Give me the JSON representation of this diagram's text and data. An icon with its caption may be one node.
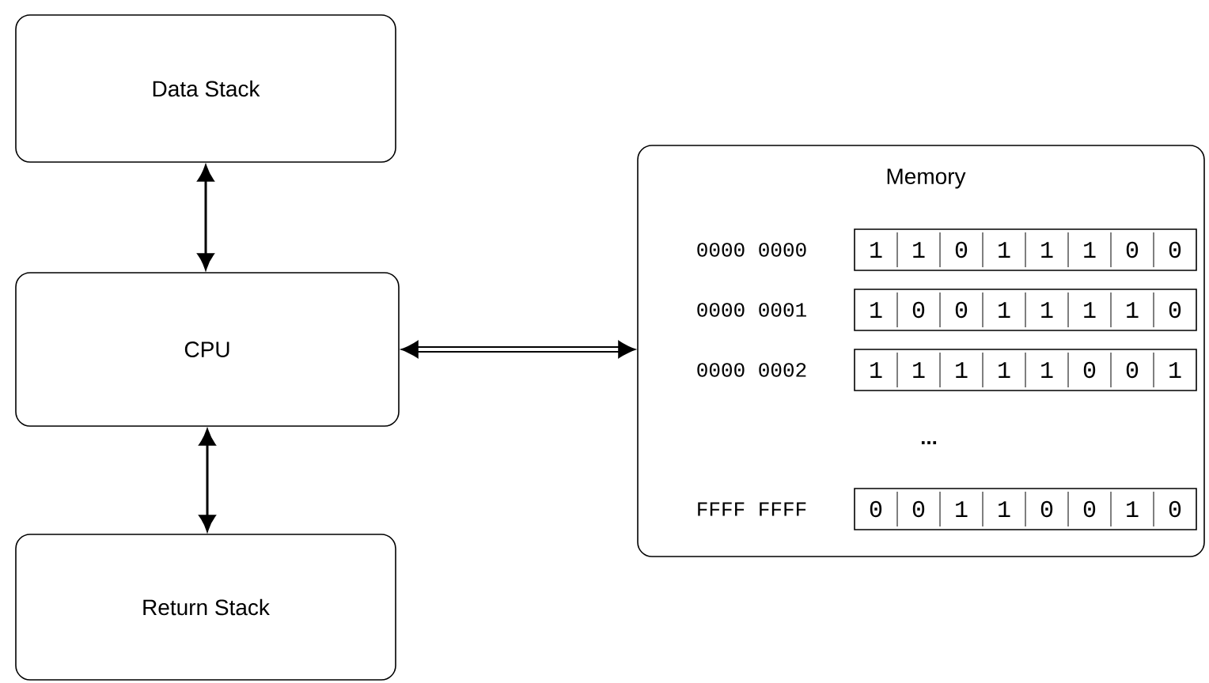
{
  "diagram": {
    "nodes": [
      {
        "text": [
          "Data Stack"
        ]
      },
      {
        "text": [
          "CPU"
        ]
      },
      {
        "text": [
          "Return Stack"
        ]
      },
      {
        "text": [
          "Memory"
        ]
      },
      {
        "text": [
          "1",
          "1",
          "0",
          "1",
          "1",
          "1",
          "0",
          "0"
        ],
        "in": 3
      },
      {
        "text": [
          "1",
          "0",
          "0",
          "1",
          "1",
          "1",
          "1",
          "0"
        ],
        "in": 3
      },
      {
        "text": [
          "1",
          "1",
          "1",
          "1",
          "1",
          "0",
          "0",
          "1"
        ],
        "in": 3
      },
      {
        "text": [
          "0",
          "0",
          "1",
          "1",
          "0",
          "0",
          "1",
          "0"
        ],
        "in": 3
      }
    ],
    "edges": [
      {
        "from": 0,
        "to": 1,
        "arrow": "both"
      },
      {
        "from": 1,
        "to": 2,
        "arrow": "both"
      },
      {
        "from": 1,
        "to": 3,
        "arrow": "both",
        "style": "thick"
      }
    ],
    "labels": [
      "0000 0000",
      "0000 0001",
      "0000 0002",
      "...",
      "FFFF FFFF"
    ]
  }
}
